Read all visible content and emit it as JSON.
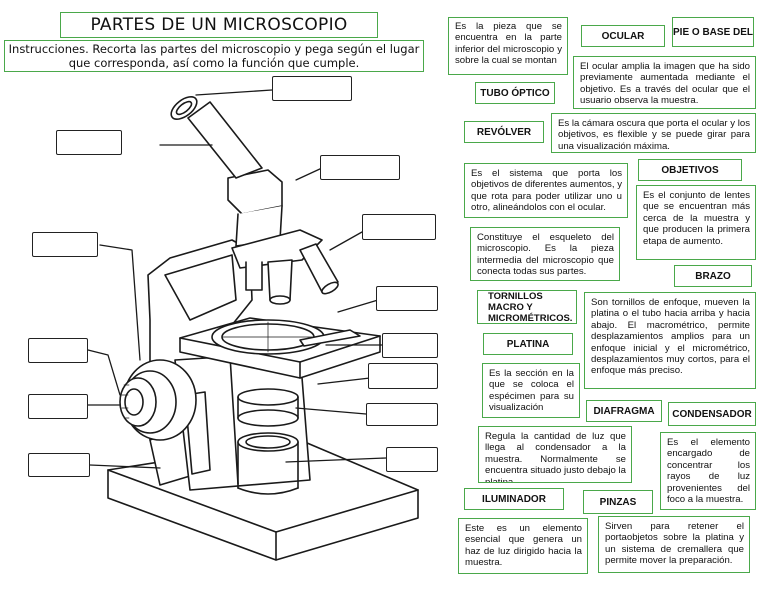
{
  "title": "PARTES DE UN MICROSCOPIO",
  "instructions": "Instrucciones. Recorta las partes del microscopio y pega según el lugar que corresponda, así como la función que cumple.",
  "labels": {
    "ocular": "OCULAR",
    "pie_base": "PIE O BASE DEL",
    "tubo_optico": "TUBO ÓPTICO",
    "revolver": "REVÓLVER",
    "objetivos": "OBJETIVOS",
    "brazo": "BRAZO",
    "tornillos": "TORNILLOS MACRO Y MICROMÉTRICOS.",
    "platina": "PLATINA",
    "diafragma": "DIAFRAGMA",
    "condensador": "CONDENSADOR",
    "iluminador": "ILUMINADOR",
    "pinzas": "PINZAS"
  },
  "descriptions": {
    "base": "Es la pieza que se encuentra en la parte inferior del microscopio y sobre la cual se montan",
    "ocular": "El ocular amplia la imagen que ha sido previamente aumentada mediante el objetivo. Es a través del ocular que el usuario observa la muestra.",
    "tubo": "Es la cámara oscura que porta el ocular y los objetivos, es flexible y se puede girar para una visualización máxima.",
    "revolver": "Es el sistema que porta los objetivos de diferentes aumentos, y que rota para poder utilizar uno u otro, alineándolos con el ocular.",
    "objetivos": "Es el conjunto de lentes que se encuentran más cerca de la muestra y que producen la primera etapa de aumento.",
    "brazo": "Constituye el esqueleto del microscopio. Es la pieza intermedia del microscopio que conecta todas sus partes.",
    "tornillos": "Son tornillos de enfoque, mueven la platina o el tubo hacia arriba y hacia abajo. El macrométrico, permite desplazamientos amplios para un enfoque inicial y el micrométrico, desplazamientos muy cortos, para el enfoque más preciso.",
    "platina": "Es la sección en la que se coloca el espécimen para su visualización",
    "diafragma": "Regula la cantidad de luz que llega al condensador a la muestra. Normalmente se encuentra situado justo debajo la platina.",
    "condensador": "Es el elemento encargado de concentrar los rayos de luz provenientes del foco a la muestra.",
    "iluminador": "Este es un elemento esencial que genera un haz de luz dirigido hacia la muestra.",
    "pinzas": "Sirven para retener el portaobjetos sobre la platina y un sistema de cremallera que permite mover la preparación."
  }
}
